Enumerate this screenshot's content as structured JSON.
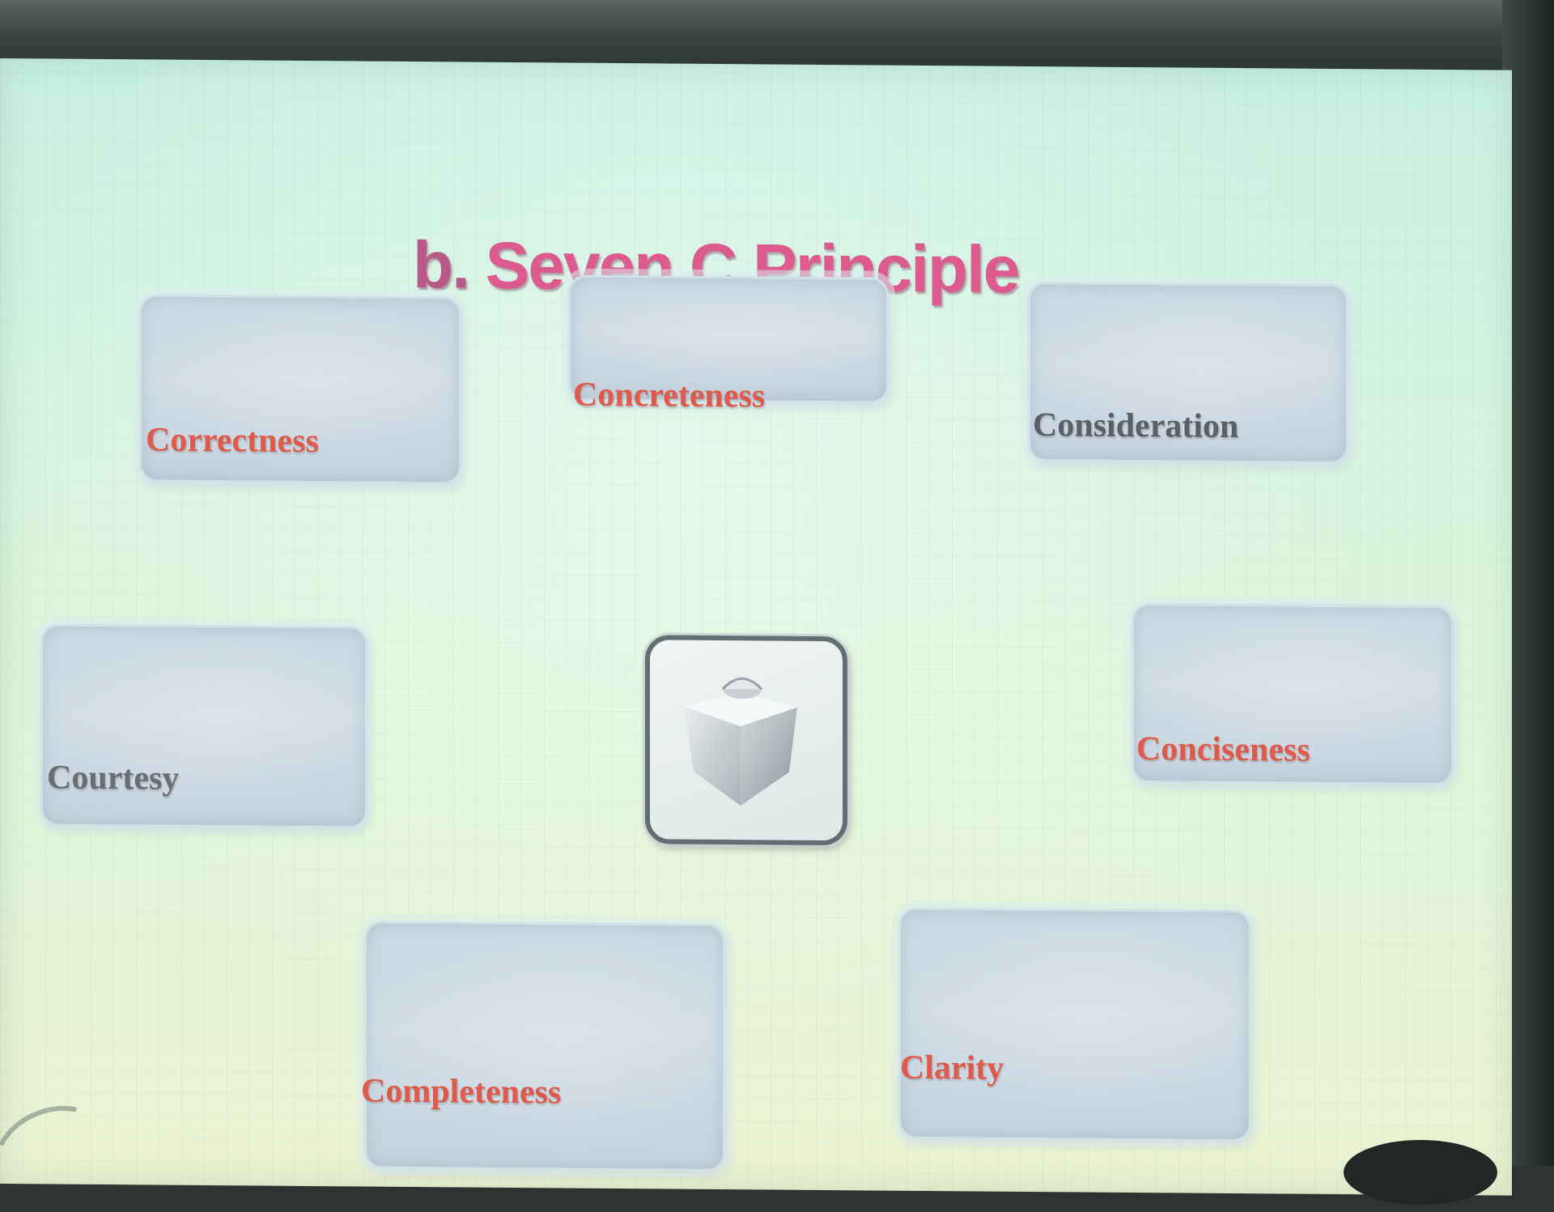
{
  "slide": {
    "title_prefix": "b.",
    "title_text": "Seven C Principle",
    "center_icon": "cube-icon",
    "colors": {
      "title": "#dc5a8e",
      "label_red": "#e05a4c",
      "label_gray": "#5a6068"
    },
    "principles": [
      {
        "label": "Correctness",
        "color": "#e05a4c"
      },
      {
        "label": "Concreteness",
        "color": "#e05a4c"
      },
      {
        "label": "Consideration",
        "color": "#5a6068"
      },
      {
        "label": "Courtesy",
        "color": "#6a6e72"
      },
      {
        "label": "Conciseness",
        "color": "#e05a4c"
      },
      {
        "label": "Completeness",
        "color": "#e05a4c"
      },
      {
        "label": "Clarity",
        "color": "#e05a4c"
      }
    ]
  }
}
